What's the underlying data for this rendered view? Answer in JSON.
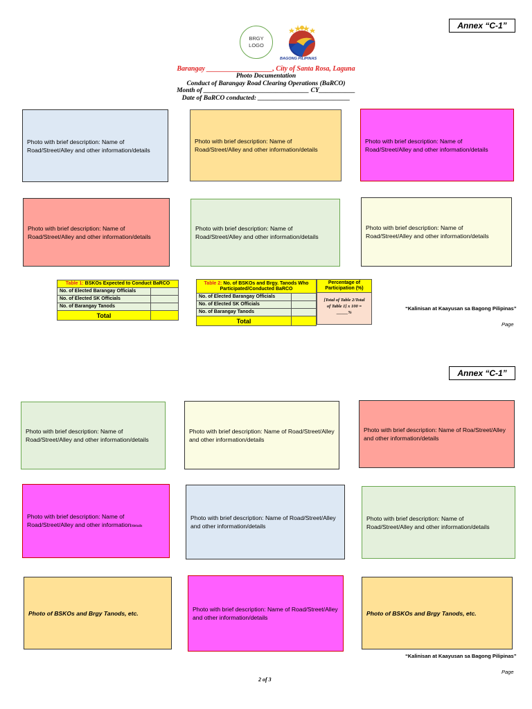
{
  "annex_label": "Annex “C-1”",
  "logo": {
    "brgy_logo_text": "BRGY LOGO",
    "bagong_pilipinas_text": "BAGONG PILIPINAS"
  },
  "header": {
    "barangay_line_prefix": "Barangay ___________________, ",
    "barangay_line_city": "City of Santa Rosa, Laguna",
    "line2": "Photo Documentation",
    "line3": "Conduct of Barangay Road Clearing Operations (BaRCO)",
    "line4": "Month of ________________________________ CY___________",
    "line5": "Date of BaRCO conducted: ____________________________"
  },
  "photo_texts": {
    "standard": "Photo with brief description: Name of Road/Street/Alley and other information/details",
    "typo_variant": "Photo with brief description: Name of Roa/Street/Alley and other information/details",
    "small_details_main": "Photo with brief description: Name of Road/Street/Alley and other information",
    "small_details_tail": "/details",
    "bskos": "Photo of BSKOs and Brgy Tanods, etc."
  },
  "colors": {
    "blue": "#dde8f4",
    "orange": "#ffe196",
    "magenta": "#ff5fff",
    "salmon": "#ffa29a",
    "green": "#e4f0dc",
    "cream": "#fbfce3"
  },
  "table1": {
    "tag": "Table 1:",
    "title": " BSKOs Expected to Conduct BaRCO",
    "rows": [
      "No. of Elected Barangay Officials",
      "No. of Elected SK Officials",
      "No. of Barangay Tanods"
    ],
    "total": "Total"
  },
  "table2": {
    "tag": "Table 2:",
    "title_line1": " No. of BSKOs and Brgy. Tanods Who",
    "title_line2": "Participated/Conducted BaRCO",
    "rows": [
      "No. of Elected Barangay Officials",
      "No. of Elected SK Officials",
      "No. of Barangay Tanods"
    ],
    "total": "Total"
  },
  "percentage": {
    "head_line1": "Percentage of",
    "head_line2": "Participation (%)",
    "body_line1": "[Total of Table 2/Total",
    "body_line2": "of Table 1] x 100 =",
    "body_line3": "_____%"
  },
  "motto": "“Kalinisan at Kaayusan sa Bagong Pilipinas”",
  "page_label": "Page",
  "page_number": "2 of 3"
}
